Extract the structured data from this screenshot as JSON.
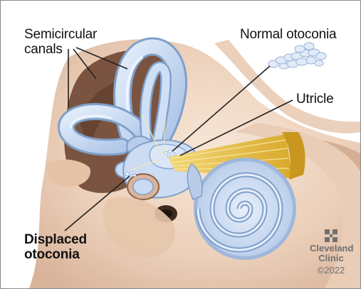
{
  "labels": {
    "semicircular_canals": [
      "Semicircular",
      "canals"
    ],
    "normal_otoconia": "Normal otoconia",
    "utricle": "Utricle",
    "displaced_otoconia": [
      "Displaced",
      "otoconia"
    ]
  },
  "brand": {
    "name_line1": "Cleveland",
    "name_line2": "Clinic",
    "copyright": "©2022"
  },
  "colors": {
    "bone_light": "#f3dcc8",
    "bone_mid": "#d8b096",
    "cavity_dark": "#6b4a36",
    "canal_fill": "#c9daf2",
    "canal_edge": "#7f9fca",
    "nerve": "#e8c24a",
    "leader": "#222222"
  }
}
